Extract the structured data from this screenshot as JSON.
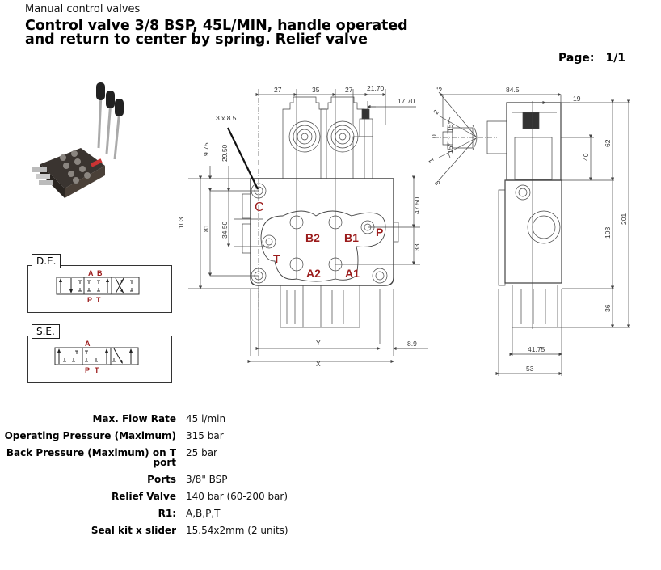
{
  "header": {
    "category": "Manual control valves",
    "title_line1": "Control valve 3/8 BSP, 45L/MIN, handle operated",
    "title_line2": "and return to center by spring. Relief valve",
    "page_label": "Page:",
    "page_value": "1/1"
  },
  "product_photo": {
    "icon": "hydraulic-valve-photo"
  },
  "schematics": [
    {
      "tag": "D.E.",
      "ports_top": [
        "A",
        "B"
      ],
      "ports_bottom": [
        "P",
        "T"
      ]
    },
    {
      "tag": "S.E.",
      "ports_top": [
        "A"
      ],
      "ports_bottom": [
        "P",
        "T"
      ]
    }
  ],
  "drawing": {
    "front": {
      "hole_callout": "3 x 8.5",
      "dims_top": [
        "27",
        "35",
        "27",
        "21.70",
        "17.70"
      ],
      "dims_left": [
        "9.75",
        "29.50",
        "103",
        "81",
        "34.50"
      ],
      "dims_right": [
        "47.50",
        "33"
      ],
      "dims_bottom": [
        "Y",
        "X",
        "8.9"
      ],
      "port_labels": [
        "C",
        "B2",
        "B1",
        "P",
        "T",
        "A2",
        "A1"
      ]
    },
    "side": {
      "angle_marks": [
        "3",
        "2",
        "0",
        "1",
        "3"
      ],
      "angles": [
        "15°",
        "15°"
      ],
      "dims_top": [
        "84.5",
        "19"
      ],
      "dims_right": [
        "40",
        "62",
        "201",
        "103",
        "36"
      ],
      "dims_bottom": [
        "41.75",
        "53"
      ]
    },
    "port_color": "#9b1b1b"
  },
  "specs": [
    {
      "label": "Max. Flow Rate",
      "value": "45 l/min"
    },
    {
      "label": "Operating Pressure (Maximum)",
      "value": "315 bar"
    },
    {
      "label": "Back Pressure (Maximum) on T port",
      "value": "25 bar"
    },
    {
      "label": "Ports",
      "value": "3/8\" BSP"
    },
    {
      "label": "Relief Valve",
      "value": "140 bar (60-200 bar)"
    },
    {
      "label": "R1:",
      "value": "A,B,P,T"
    },
    {
      "label": "Seal kit x slider",
      "value": "15.54x2mm (2 units)"
    }
  ]
}
